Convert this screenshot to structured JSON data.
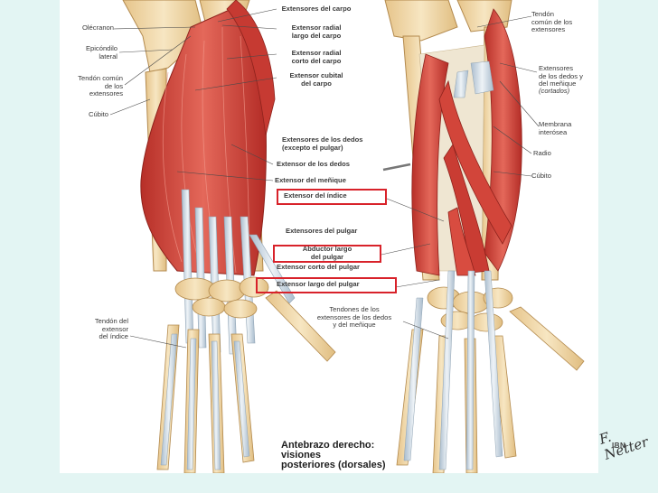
{
  "labels": {
    "extensores_carpo": "Extensores del carpo",
    "ext_radial_largo": "Extensor radial\nlargo del carpo",
    "ext_radial_corto": "Extensor radial\ncorto del carpo",
    "ext_cubital": "Extensor cubital\ndel carpo",
    "extensores_dedos": "Extensores de los dedos\n(excepto el pulgar)",
    "ext_dedos": "Extensor de los dedos",
    "ext_menique": "Extensor del meñique",
    "ext_indice": "Extensor del índice",
    "extensores_pulgar": "Extensores del pulgar",
    "abductor_largo": "Abductor largo\ndel pulgar",
    "ext_corto_pulgar": "Extensor corto del pulgar",
    "ext_largo_pulgar": "Extensor largo del pulgar",
    "tendones_extensores": "Tendones de los\nextensores de los dedos\ny del meñique",
    "olecranon": "Olécranon",
    "epicondilo": "Epicóndilo\nlateral",
    "tendon_comun_left": "Tendón común\nde los\nextensores",
    "cubito_left": "Cúbito",
    "tendon_indice": "Tendón del\nextensor\ndel índice",
    "tendon_comun_right": "Tendón\ncomún de los\nextensores",
    "extensores_cortados": "Extensores\nde los dedos y\ndel meñique",
    "cortados": "(cortados)",
    "membrana": "Membrana\ninterósea",
    "radio": "Radio",
    "cubito_right": "Cúbito"
  },
  "caption": "Antebrazo derecho:\nvisiones\nposteriores (dorsales)",
  "signature": "F. Netter",
  "brand": "IBN",
  "colors": {
    "highlight": "#d8222a",
    "muscle": "#d9473c",
    "tendon": "#c8d6e2",
    "bone": "#f0d6a0"
  }
}
